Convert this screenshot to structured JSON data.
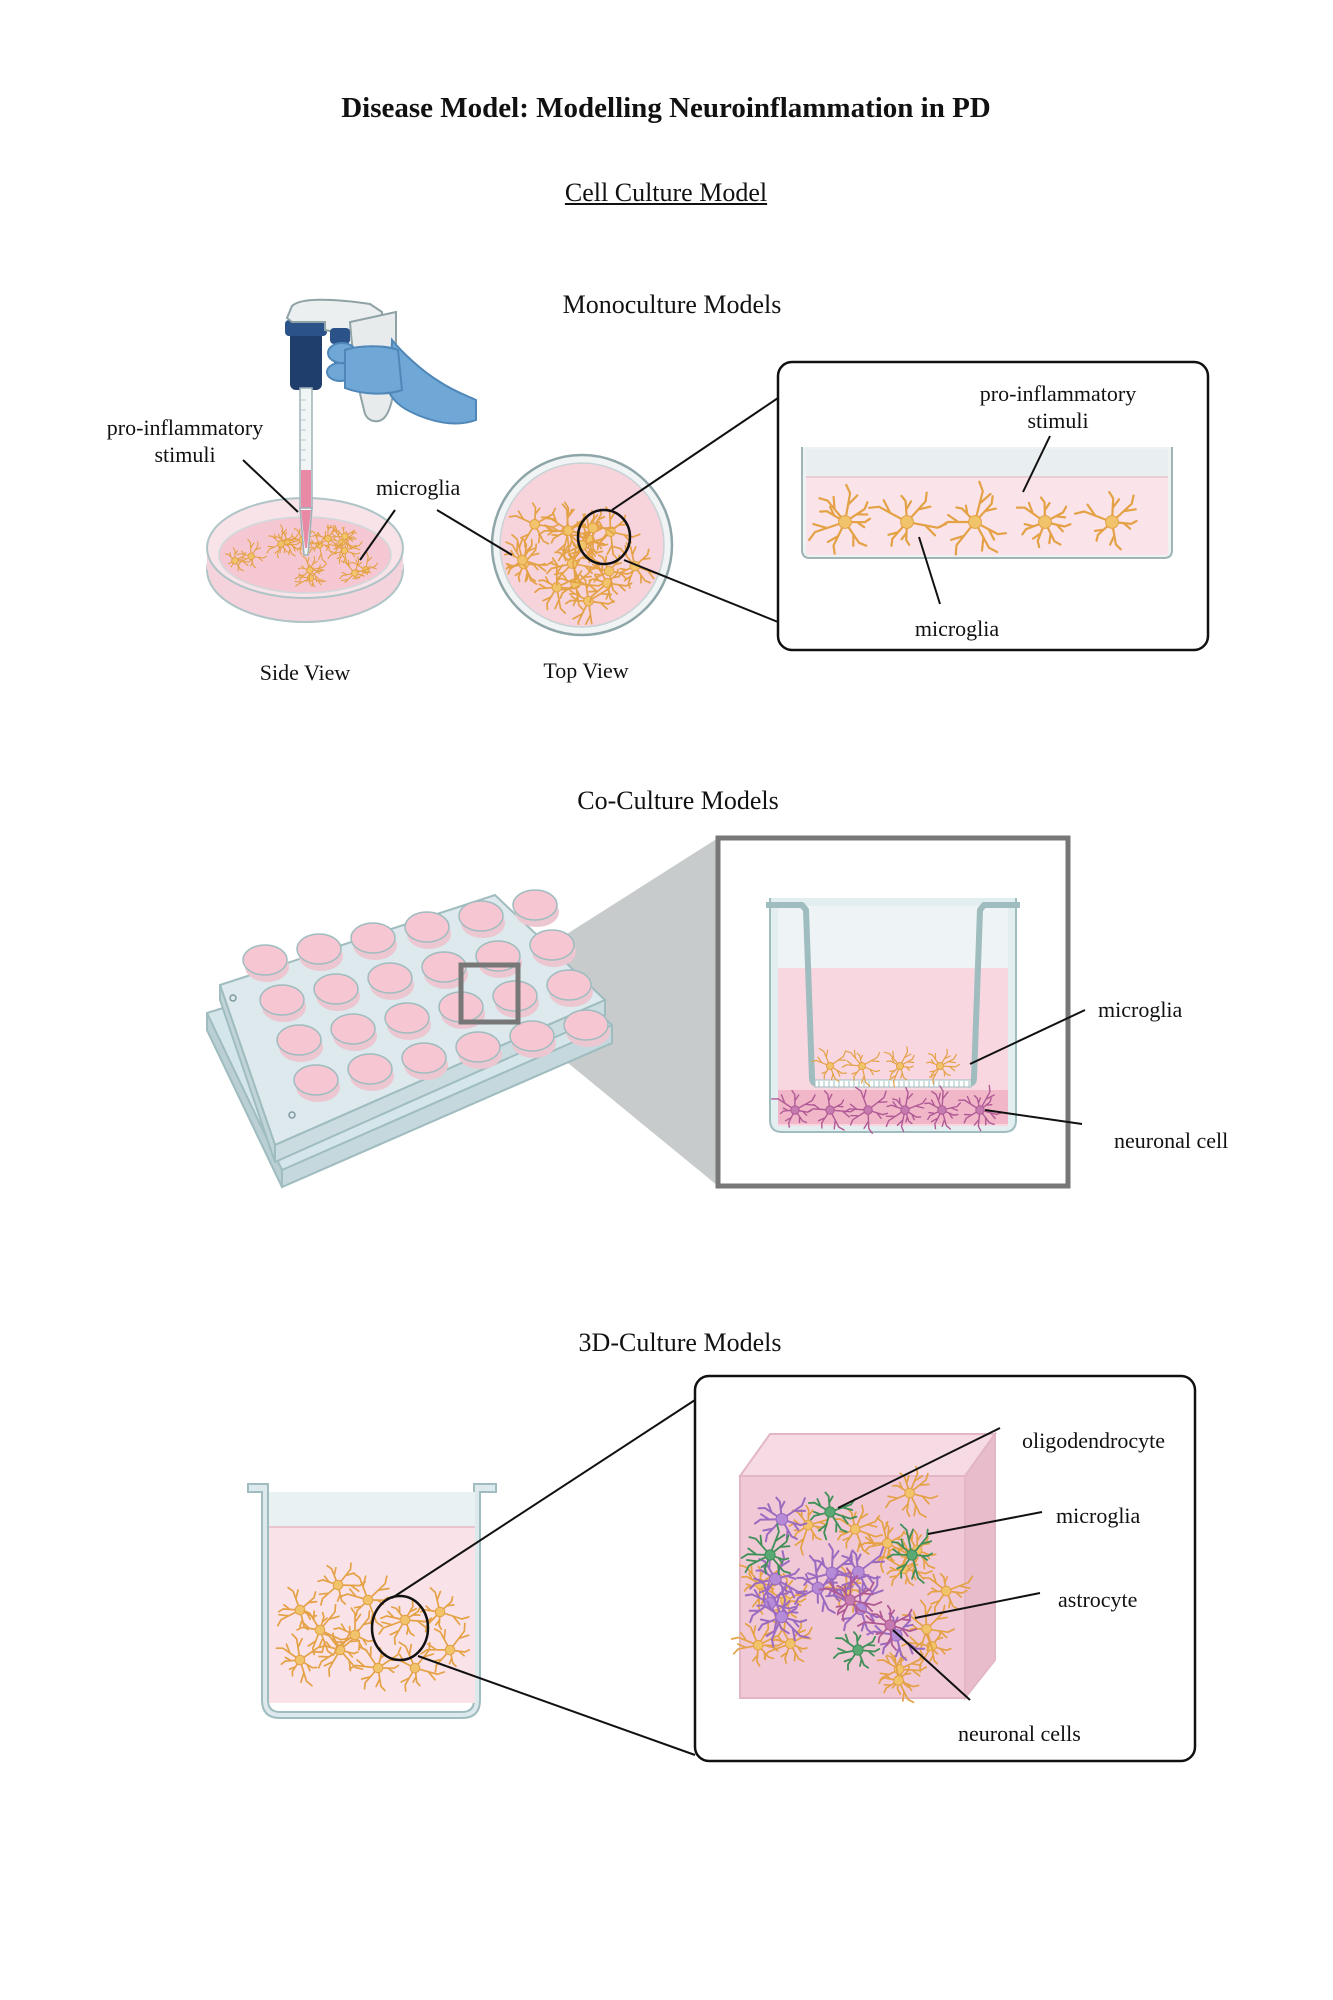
{
  "title": "Disease Model: Modelling Neuroinflammation in PD",
  "subtitle": "Cell Culture Model",
  "monoculture": {
    "heading": "Monoculture Models",
    "side_view": {
      "caption": "Side View",
      "label_stimuli_line1": "pro-inflammatory",
      "label_stimuli_line2": "stimuli",
      "label_microglia": "microglia"
    },
    "top_view": {
      "caption": "Top View"
    },
    "zoom": {
      "label_stimuli_line1": "pro-inflammatory",
      "label_stimuli_line2": "stimuli",
      "label_microglia": "microglia"
    }
  },
  "coculture": {
    "heading": "Co-Culture Models",
    "label_microglia": "microglia",
    "label_neuronal": "neuronal cell"
  },
  "culture3d": {
    "heading": "3D-Culture Models",
    "label_oligodendrocyte": "oligodendrocyte",
    "label_microglia": "microglia",
    "label_astrocyte": "astrocyte",
    "label_neuronal": "neuronal cells"
  },
  "colors": {
    "medium_pink": "#f8dde3",
    "deep_pink": "#f4bccb",
    "microglia": "#e4a146",
    "microglia_body": "#f1c46b",
    "oligodendrocyte": "#3f8f59",
    "astrocyte": "#9a6bc0",
    "neuron": "#b05a95",
    "glass": "#dde9ec",
    "glass_stroke": "#9fbcbf",
    "glove": "#6fa8d6"
  },
  "icons": {
    "pipette": "pipette-icon",
    "gloved_hand": "gloved-hand-icon",
    "petri_dish": "petri-dish-icon",
    "well_plate": "well-plate-icon",
    "transwell": "transwell-insert-icon",
    "beaker": "beaker-icon",
    "hydrogel": "hydrogel-cube-icon"
  }
}
